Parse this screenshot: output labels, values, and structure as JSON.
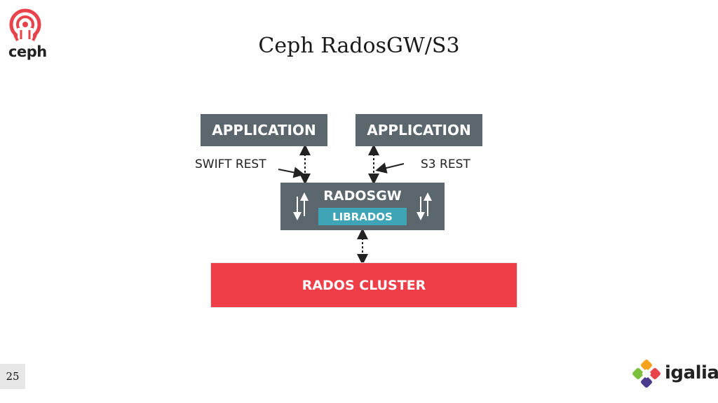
{
  "slide": {
    "title": "Ceph RadosGW/S3",
    "page_number": "25"
  },
  "logos": {
    "ceph": {
      "text": "ceph",
      "color": "#e8434b"
    },
    "igalia": {
      "text": "igalia"
    }
  },
  "diagram": {
    "application_left": "APPLICATION",
    "application_right": "APPLICATION",
    "swift_label": "SWIFT REST",
    "s3_label": "S3 REST",
    "radosgw": "RADOSGW",
    "librados": "LIBRADOS",
    "cluster": "RADOS CLUSTER"
  },
  "colors": {
    "box_gray": "#5c666d",
    "librados_teal": "#3fa4b5",
    "cluster_red": "#ef3e48"
  }
}
